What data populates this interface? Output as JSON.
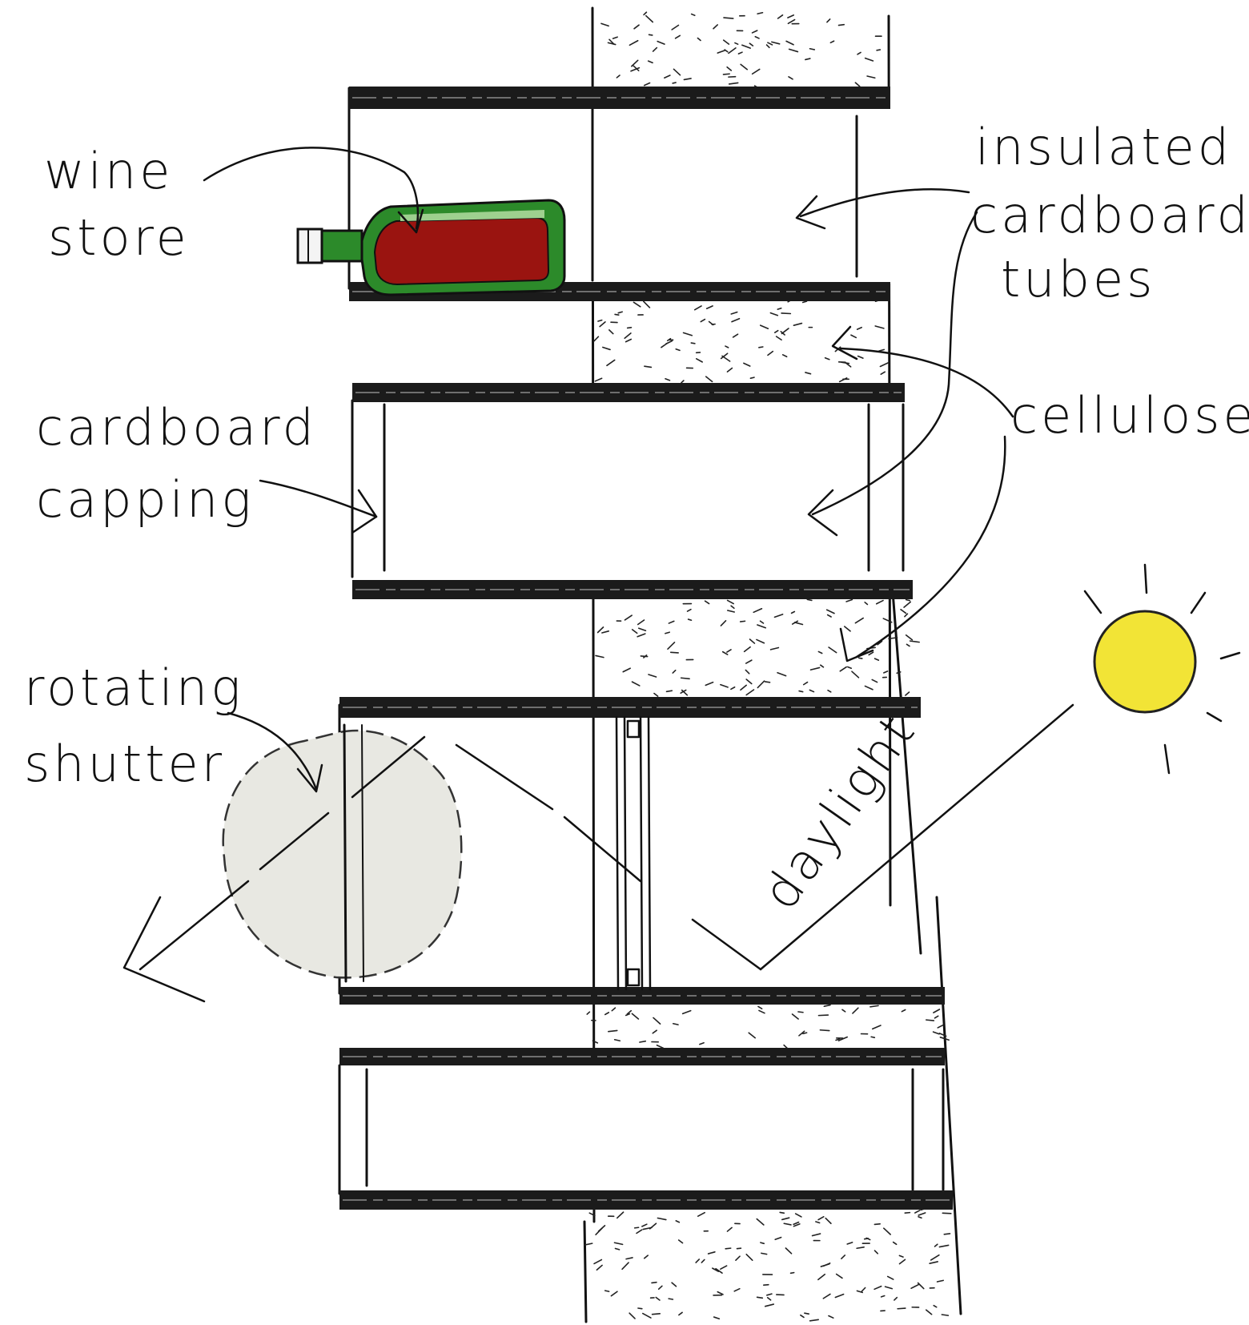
{
  "labels": {
    "wine_store": [
      "wine",
      "store"
    ],
    "insulated_tubes": [
      "insulated",
      "cardboard",
      "tubes"
    ],
    "cardboard_capping": [
      "cardboard",
      "capping"
    ],
    "cellulose": "cellulose",
    "rotating_shutter": [
      "rotating",
      "shutter"
    ],
    "daylight": "daylight"
  },
  "colors": {
    "bottle_glass": "#2c8a2a",
    "bottle_wine": "#9a1410",
    "bottle_highlight": "#9ed08f",
    "sun": "#f2e436",
    "shutter": "#e8e8e2",
    "ink": "#111111"
  }
}
